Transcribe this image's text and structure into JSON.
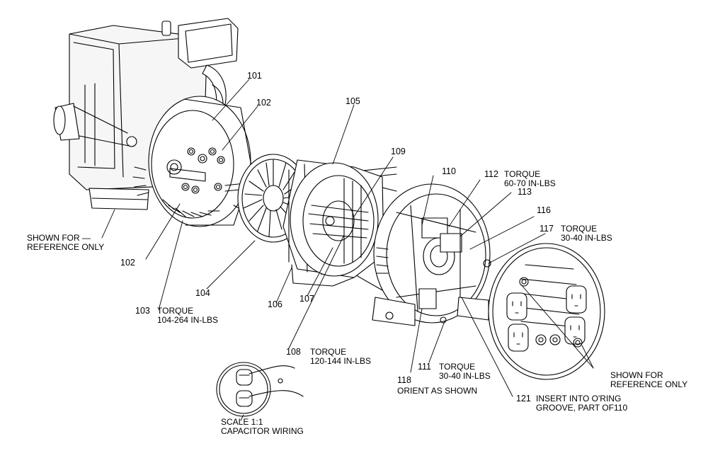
{
  "part_numbers": {
    "p101": "101",
    "p102a": "102",
    "p102b": "102",
    "p103": "103",
    "p104": "104",
    "p105": "105",
    "p106": "106",
    "p107": "107",
    "p108": "108",
    "p109": "109",
    "p110": "110",
    "p111": "111",
    "p112": "112",
    "p113": "113",
    "p116": "116",
    "p117": "117",
    "p118": "118",
    "p121": "121"
  },
  "notes": {
    "torque_103": [
      "TORQUE",
      "104-264 IN-LBS"
    ],
    "torque_108": [
      "TORQUE",
      "120-144 IN-LBS"
    ],
    "torque_111": [
      "TORQUE",
      "30-40 IN-LBS"
    ],
    "torque_112": [
      "TORQUE",
      "60-70 IN-LBS"
    ],
    "torque_117": [
      "TORQUE",
      "30-40 IN-LBS"
    ],
    "orient_118": "ORIENT AS SHOWN",
    "insert_121": [
      "INSERT INTO O'RING",
      "GROOVE, PART OF110"
    ],
    "shown_for_ref_left": [
      "SHOWN FOR —",
      "REFERENCE ONLY"
    ],
    "shown_for_ref_right": [
      "SHOWN FOR",
      "REFERENCE ONLY"
    ],
    "capacitor": [
      "SCALE 1:1",
      "CAPACITOR WIRING"
    ]
  }
}
